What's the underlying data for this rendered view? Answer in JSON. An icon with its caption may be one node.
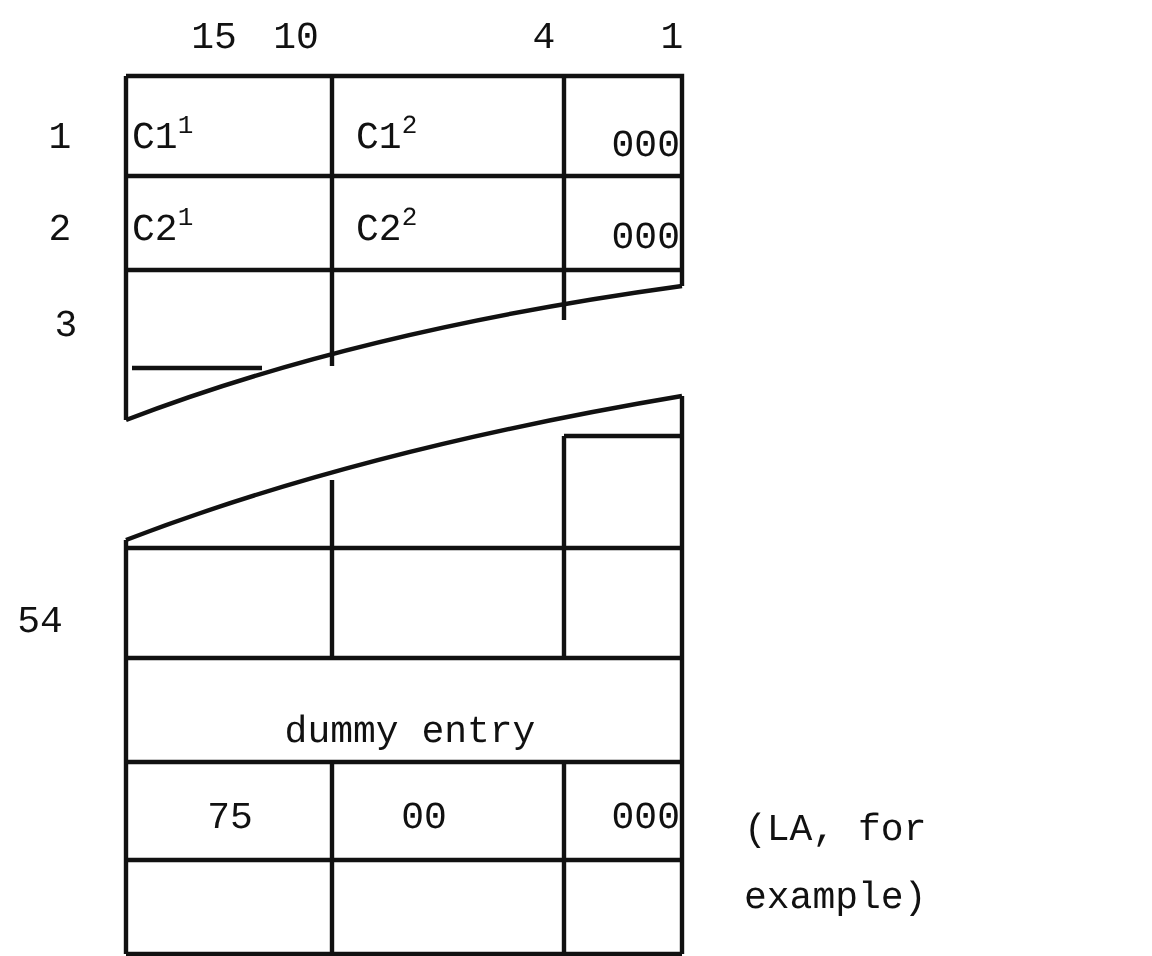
{
  "diagram": {
    "labels": [
      "15",
      "10",
      "4",
      "1",
      "1",
      "C1$^{1}$",
      "C1$^{2}$",
      "000",
      "2",
      "C2$^{1}$",
      "C2$^{2}$",
      "000",
      "3",
      "54",
      "dummy entry",
      "75",
      "00",
      "000",
      "(LA, for example)"
    ]
  }
}
